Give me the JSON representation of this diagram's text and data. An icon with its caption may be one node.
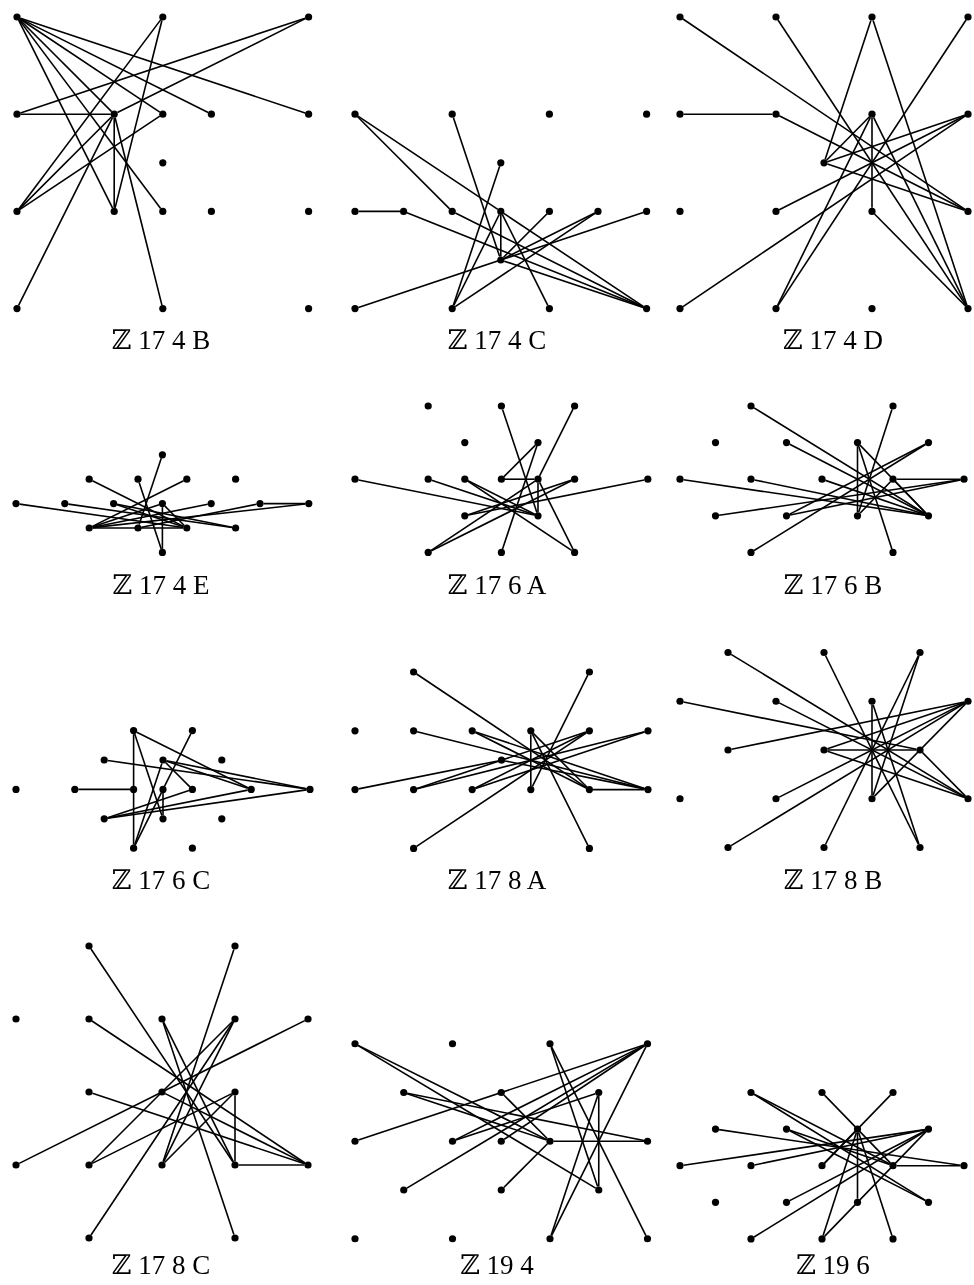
{
  "diagram": {
    "nodes": [
      {
        "text": [],
        "shape": "circle"
      },
      {
        "text": [],
        "shape": "circle"
      },
      {
        "text": [],
        "shape": "circle"
      },
      {
        "text": [],
        "shape": "circle"
      },
      {
        "text": [],
        "shape": "circle"
      },
      {
        "text": [],
        "shape": "circle"
      },
      {
        "text": [],
        "shape": "circle"
      },
      {
        "text": [],
        "shape": "circle"
      },
      {
        "text": [],
        "shape": "circle"
      },
      {
        "text": [],
        "shape": "circle"
      },
      {
        "text": [],
        "shape": "circle"
      },
      {
        "text": [],
        "shape": "circle"
      },
      {
        "text": [],
        "shape": "circle"
      },
      {
        "text": [],
        "shape": "circle"
      },
      {
        "text": [],
        "shape": "circle"
      },
      {
        "text": [],
        "shape": "circle"
      },
      {
        "text": [],
        "shape": "circle"
      },
      {
        "text": [],
        "shape": "circle"
      },
      {
        "text": [],
        "shape": "circle"
      },
      {
        "text": [],
        "shape": "circle"
      },
      {
        "text": [],
        "shape": "circle"
      },
      {
        "text": [],
        "shape": "circle"
      },
      {
        "text": [],
        "shape": "circle"
      },
      {
        "text": [],
        "shape": "circle"
      },
      {
        "text": [],
        "shape": "circle"
      },
      {
        "text": [],
        "shape": "circle"
      },
      {
        "text": [],
        "shape": "circle"
      },
      {
        "text": [],
        "shape": "circle"
      },
      {
        "text": [],
        "shape": "circle"
      },
      {
        "text": [],
        "shape": "circle"
      },
      {
        "text": [],
        "shape": "circle"
      },
      {
        "text": [],
        "shape": "circle"
      },
      {
        "text": [],
        "shape": "circle"
      },
      {
        "text": [],
        "shape": "circle"
      },
      {
        "text": [],
        "shape": "circle"
      },
      {
        "text": [],
        "shape": "circle"
      },
      {
        "text": [],
        "shape": "circle"
      },
      {
        "text": [],
        "shape": "circle"
      },
      {
        "text": [],
        "shape": "circle"
      },
      {
        "text": [],
        "shape": "circle"
      },
      {
        "text": [],
        "shape": "circle"
      },
      {
        "text": [],
        "shape": "circle"
      },
      {
        "text": [],
        "shape": "circle"
      },
      {
        "text": [],
        "shape": "circle"
      },
      {
        "text": [],
        "shape": "circle"
      },
      {
        "text": [],
        "shape": "circle"
      },
      {
        "text": [],
        "shape": "circle"
      },
      {
        "text": [],
        "shape": "circle"
      },
      {
        "text": [],
        "shape": "circle"
      },
      {
        "text": [],
        "shape": "circle"
      },
      {
        "text": [],
        "shape": "circle"
      },
      {
        "text": [],
        "shape": "circle"
      },
      {
        "text": [],
        "shape": "circle"
      },
      {
        "text": [],
        "shape": "circle"
      },
      {
        "text": [],
        "shape": "circle"
      },
      {
        "text": [],
        "shape": "circle"
      },
      {
        "text": [],
        "shape": "circle"
      },
      {
        "text": [],
        "shape": "circle"
      },
      {
        "text": [],
        "shape": "circle"
      },
      {
        "text": [],
        "shape": "circle"
      },
      {
        "text": [],
        "shape": "circle"
      },
      {
        "text": [],
        "shape": "circle"
      },
      {
        "text": [],
        "shape": "circle"
      },
      {
        "text": [],
        "shape": "circle"
      },
      {
        "text": [],
        "shape": "circle"
      },
      {
        "text": [],
        "shape": "circle"
      },
      {
        "text": [],
        "shape": "circle"
      },
      {
        "text": [],
        "shape": "circle"
      },
      {
        "text": [],
        "shape": "circle"
      },
      {
        "text": [],
        "shape": "circle"
      },
      {
        "text": [],
        "shape": "circle"
      },
      {
        "text": [],
        "shape": "circle"
      },
      {
        "text": [],
        "shape": "circle"
      },
      {
        "text": [],
        "shape": "circle"
      },
      {
        "text": [],
        "shape": "circle"
      },
      {
        "text": [],
        "shape": "circle"
      },
      {
        "text": [],
        "shape": "circle"
      },
      {
        "text": [],
        "shape": "circle"
      },
      {
        "text": [],
        "shape": "circle"
      },
      {
        "text": [],
        "shape": "circle"
      },
      {
        "text": [],
        "shape": "circle"
      },
      {
        "text": [],
        "shape": "circle"
      },
      {
        "text": [],
        "shape": "circle"
      },
      {
        "text": [],
        "shape": "circle"
      },
      {
        "text": [],
        "shape": "circle"
      },
      {
        "text": [],
        "shape": "circle"
      },
      {
        "text": [],
        "shape": "circle"
      },
      {
        "text": [],
        "shape": "circle"
      },
      {
        "text": [],
        "shape": "circle"
      },
      {
        "text": [],
        "shape": "circle"
      },
      {
        "text": [],
        "shape": "circle"
      },
      {
        "text": [],
        "shape": "circle"
      },
      {
        "text": [],
        "shape": "circle"
      },
      {
        "text": [],
        "shape": "circle"
      },
      {
        "text": [],
        "shape": "circle"
      },
      {
        "text": [],
        "shape": "circle"
      },
      {
        "text": [],
        "shape": "circle"
      },
      {
        "text": [],
        "shape": "circle"
      },
      {
        "text": [],
        "shape": "circle"
      },
      {
        "text": [],
        "shape": "circle"
      },
      {
        "text": [],
        "shape": "circle"
      },
      {
        "text": [],
        "shape": "circle"
      },
      {
        "text": [],
        "shape": "circle"
      },
      {
        "text": [],
        "shape": "circle"
      },
      {
        "text": [],
        "shape": "circle"
      },
      {
        "text": [],
        "shape": "circle"
      },
      {
        "text": [],
        "shape": "circle"
      },
      {
        "text": [],
        "shape": "circle"
      },
      {
        "text": [],
        "shape": "circle"
      },
      {
        "text": [],
        "shape": "circle"
      },
      {
        "text": [],
        "shape": "circle"
      },
      {
        "text": [],
        "shape": "circle"
      },
      {
        "text": [],
        "shape": "circle"
      },
      {
        "text": [],
        "shape": "circle"
      },
      {
        "text": [],
        "shape": "circle"
      },
      {
        "text": [],
        "shape": "circle"
      },
      {
        "text": [],
        "shape": "circle"
      },
      {
        "text": [],
        "shape": "circle"
      },
      {
        "text": [],
        "shape": "circle"
      },
      {
        "text": [],
        "shape": "circle"
      },
      {
        "text": [],
        "shape": "circle"
      },
      {
        "text": [],
        "shape": "circle"
      },
      {
        "text": [],
        "shape": "circle"
      },
      {
        "text": [],
        "shape": "circle"
      },
      {
        "text": [],
        "shape": "circle"
      },
      {
        "text": [],
        "shape": "circle"
      },
      {
        "text": [],
        "shape": "circle"
      },
      {
        "text": [],
        "shape": "circle"
      },
      {
        "text": [],
        "shape": "circle"
      },
      {
        "text": [],
        "shape": "circle"
      },
      {
        "text": [],
        "shape": "circle"
      },
      {
        "text": [],
        "shape": "circle"
      },
      {
        "text": [],
        "shape": "circle"
      },
      {
        "text": [],
        "shape": "circle"
      },
      {
        "text": [],
        "shape": "circle"
      },
      {
        "text": [],
        "shape": "circle"
      },
      {
        "text": [],
        "shape": "circle"
      },
      {
        "text": [],
        "shape": "circle"
      },
      {
        "text": [],
        "shape": "circle"
      },
      {
        "text": [],
        "shape": "circle"
      },
      {
        "text": [],
        "shape": "circle"
      },
      {
        "text": [],
        "shape": "circle"
      },
      {
        "text": [],
        "shape": "circle"
      },
      {
        "text": [],
        "shape": "circle"
      },
      {
        "text": [],
        "shape": "circle"
      },
      {
        "text": [],
        "shape": "circle"
      },
      {
        "text": [],
        "shape": "circle"
      },
      {
        "text": [],
        "shape": "circle"
      },
      {
        "text": [],
        "shape": "circle"
      },
      {
        "text": [],
        "shape": "circle"
      },
      {
        "text": [],
        "shape": "circle"
      },
      {
        "text": [],
        "shape": "circle"
      },
      {
        "text": [],
        "shape": "circle"
      },
      {
        "text": [],
        "shape": "circle"
      },
      {
        "text": [],
        "shape": "circle"
      },
      {
        "text": [],
        "shape": "circle"
      },
      {
        "text": [],
        "shape": "circle"
      },
      {
        "text": [],
        "shape": "circle"
      },
      {
        "text": [],
        "shape": "circle"
      },
      {
        "text": [],
        "shape": "circle"
      },
      {
        "text": [],
        "shape": "circle"
      },
      {
        "text": [],
        "shape": "circle"
      },
      {
        "text": [],
        "shape": "circle"
      },
      {
        "text": [],
        "shape": "circle"
      },
      {
        "text": [],
        "shape": "circle"
      },
      {
        "text": [],
        "shape": "circle"
      },
      {
        "text": [],
        "shape": "circle"
      },
      {
        "text": [],
        "shape": "circle"
      },
      {
        "text": [],
        "shape": "circle"
      },
      {
        "text": [],
        "shape": "circle"
      },
      {
        "text": [],
        "shape": "circle"
      },
      {
        "text": [],
        "shape": "circle"
      },
      {
        "text": [],
        "shape": "circle"
      },
      {
        "text": [],
        "shape": "circle"
      },
      {
        "text": [],
        "shape": "circle"
      },
      {
        "text": [],
        "shape": "circle"
      },
      {
        "text": [],
        "shape": "circle"
      },
      {
        "text": [],
        "shape": "circle"
      },
      {
        "text": [],
        "shape": "circle"
      },
      {
        "text": [],
        "shape": "circle"
      },
      {
        "text": [],
        "shape": "circle"
      },
      {
        "text": [],
        "shape": "circle"
      },
      {
        "text": [],
        "shape": "circle"
      },
      {
        "text": [],
        "shape": "circle"
      },
      {
        "text": [],
        "shape": "circle"
      },
      {
        "text": [],
        "shape": "circle"
      },
      {
        "text": [],
        "shape": "circle"
      },
      {
        "text": [],
        "shape": "circle"
      },
      {
        "text": [],
        "shape": "circle"
      },
      {
        "text": [],
        "shape": "circle"
      },
      {
        "text": [],
        "shape": "circle"
      },
      {
        "text": [],
        "shape": "circle"
      },
      {
        "text": [],
        "shape": "circle"
      },
      {
        "text": [],
        "shape": "circle"
      },
      {
        "text": [],
        "shape": "circle"
      },
      {
        "text": [],
        "shape": "circle"
      },
      {
        "text": [],
        "shape": "circle"
      },
      {
        "text": [],
        "shape": "circle"
      },
      {
        "text": [],
        "shape": "circle"
      },
      {
        "text": [],
        "shape": "circle"
      },
      {
        "text": [],
        "shape": "circle"
      },
      {
        "text": [],
        "shape": "circle"
      },
      {
        "text": [],
        "shape": "circle"
      },
      {
        "text": [],
        "shape": "circle"
      },
      {
        "text": [],
        "shape": "circle"
      },
      {
        "text": [],
        "shape": "circle"
      },
      {
        "text": [],
        "shape": "circle"
      },
      {
        "text": [],
        "shape": "circle"
      }
    ],
    "edges": [
      {
        "from": 0,
        "to": 7,
        "arrow": "none"
      },
      {
        "from": 0,
        "to": 6,
        "arrow": "none"
      },
      {
        "from": 0,
        "to": 5,
        "arrow": "none"
      },
      {
        "from": 0,
        "to": 10,
        "arrow": "none"
      },
      {
        "from": 0,
        "to": 11,
        "arrow": "none"
      },
      {
        "from": 0,
        "to": 4,
        "arrow": "none"
      },
      {
        "from": 1,
        "to": 9,
        "arrow": "none"
      },
      {
        "from": 1,
        "to": 10,
        "arrow": "none"
      },
      {
        "from": 2,
        "to": 3,
        "arrow": "none"
      },
      {
        "from": 2,
        "to": 4,
        "arrow": "none"
      },
      {
        "from": 3,
        "to": 4,
        "arrow": "none"
      },
      {
        "from": 4,
        "to": 9,
        "arrow": "none"
      },
      {
        "from": 4,
        "to": 10,
        "arrow": "none"
      },
      {
        "from": 4,
        "to": 14,
        "arrow": "none"
      },
      {
        "from": 5,
        "to": 9,
        "arrow": "none"
      },
      {
        "from": 4,
        "to": 15,
        "arrow": "none"
      },
      {
        "from": 17,
        "to": 24,
        "arrow": "none"
      },
      {
        "from": 17,
        "to": 25,
        "arrow": "none"
      },
      {
        "from": 18,
        "to": 29,
        "arrow": "none"
      },
      {
        "from": 22,
        "to": 23,
        "arrow": "none"
      },
      {
        "from": 23,
        "to": 33,
        "arrow": "none"
      },
      {
        "from": 24,
        "to": 33,
        "arrow": "none"
      },
      {
        "from": 21,
        "to": 31,
        "arrow": "none"
      },
      {
        "from": 25,
        "to": 29,
        "arrow": "none"
      },
      {
        "from": 25,
        "to": 31,
        "arrow": "none"
      },
      {
        "from": 25,
        "to": 32,
        "arrow": "none"
      },
      {
        "from": 26,
        "to": 29,
        "arrow": "none"
      },
      {
        "from": 27,
        "to": 29,
        "arrow": "none"
      },
      {
        "from": 27,
        "to": 31,
        "arrow": "none"
      },
      {
        "from": 28,
        "to": 30,
        "arrow": "none"
      },
      {
        "from": 29,
        "to": 33,
        "arrow": "none"
      },
      {
        "from": 25,
        "to": 33,
        "arrow": "none"
      },
      {
        "from": 34,
        "to": 46,
        "arrow": "none"
      },
      {
        "from": 35,
        "to": 50,
        "arrow": "none"
      },
      {
        "from": 36,
        "to": 42,
        "arrow": "none"
      },
      {
        "from": 36,
        "to": 50,
        "arrow": "none"
      },
      {
        "from": 37,
        "to": 48,
        "arrow": "none"
      },
      {
        "from": 38,
        "to": 39,
        "arrow": "none"
      },
      {
        "from": 39,
        "to": 46,
        "arrow": "none"
      },
      {
        "from": 40,
        "to": 42,
        "arrow": "none"
      },
      {
        "from": 40,
        "to": 48,
        "arrow": "none"
      },
      {
        "from": 40,
        "to": 50,
        "arrow": "none"
      },
      {
        "from": 40,
        "to": 45,
        "arrow": "none"
      },
      {
        "from": 42,
        "to": 41,
        "arrow": "none"
      },
      {
        "from": 42,
        "to": 46,
        "arrow": "none"
      },
      {
        "from": 44,
        "to": 41,
        "arrow": "none"
      },
      {
        "from": 47,
        "to": 41,
        "arrow": "none"
      },
      {
        "from": 45,
        "to": 50,
        "arrow": "none"
      },
      {
        "from": 56,
        "to": 65,
        "arrow": "none"
      },
      {
        "from": 57,
        "to": 66,
        "arrow": "none"
      },
      {
        "from": 58,
        "to": 66,
        "arrow": "none"
      },
      {
        "from": 52,
        "to": 65,
        "arrow": "none"
      },
      {
        "from": 53,
        "to": 67,
        "arrow": "none"
      },
      {
        "from": 51,
        "to": 64,
        "arrow": "none"
      },
      {
        "from": 54,
        "to": 63,
        "arrow": "none"
      },
      {
        "from": 59,
        "to": 67,
        "arrow": "none"
      },
      {
        "from": 59,
        "to": 63,
        "arrow": "none"
      },
      {
        "from": 59,
        "to": 65,
        "arrow": "none"
      },
      {
        "from": 60,
        "to": 63,
        "arrow": "none"
      },
      {
        "from": 61,
        "to": 62,
        "arrow": "none"
      },
      {
        "from": 62,
        "to": 63,
        "arrow": "none"
      },
      {
        "from": 61,
        "to": 64,
        "arrow": "none"
      },
      {
        "from": 58,
        "to": 65,
        "arrow": "none"
      },
      {
        "from": 63,
        "to": 65,
        "arrow": "none"
      },
      {
        "from": 69,
        "to": 81,
        "arrow": "none"
      },
      {
        "from": 70,
        "to": 77,
        "arrow": "none"
      },
      {
        "from": 72,
        "to": 76,
        "arrow": "none"
      },
      {
        "from": 73,
        "to": 81,
        "arrow": "none"
      },
      {
        "from": 74,
        "to": 81,
        "arrow": "none"
      },
      {
        "from": 75,
        "to": 84,
        "arrow": "none"
      },
      {
        "from": 75,
        "to": 81,
        "arrow": "none"
      },
      {
        "from": 76,
        "to": 77,
        "arrow": "none"
      },
      {
        "from": 77,
        "to": 81,
        "arrow": "none"
      },
      {
        "from": 77,
        "to": 84,
        "arrow": "none"
      },
      {
        "from": 79,
        "to": 80,
        "arrow": "none"
      },
      {
        "from": 78,
        "to": 80,
        "arrow": "none"
      },
      {
        "from": 78,
        "to": 82,
        "arrow": "none"
      },
      {
        "from": 77,
        "to": 82,
        "arrow": "none"
      },
      {
        "from": 83,
        "to": 72,
        "arrow": "none"
      },
      {
        "from": 85,
        "to": 99,
        "arrow": "none"
      },
      {
        "from": 86,
        "to": 98,
        "arrow": "none"
      },
      {
        "from": 88,
        "to": 99,
        "arrow": "none"
      },
      {
        "from": 89,
        "to": 98,
        "arrow": "none"
      },
      {
        "from": 89,
        "to": 99,
        "arrow": "none"
      },
      {
        "from": 90,
        "to": 97,
        "arrow": "none"
      },
      {
        "from": 90,
        "to": 100,
        "arrow": "none"
      },
      {
        "from": 91,
        "to": 99,
        "arrow": "none"
      },
      {
        "from": 92,
        "to": 99,
        "arrow": "none"
      },
      {
        "from": 93,
        "to": 99,
        "arrow": "none"
      },
      {
        "from": 94,
        "to": 95,
        "arrow": "none"
      },
      {
        "from": 94,
        "to": 99,
        "arrow": "none"
      },
      {
        "from": 95,
        "to": 97,
        "arrow": "none"
      },
      {
        "from": 96,
        "to": 95,
        "arrow": "none"
      },
      {
        "from": 89,
        "to": 101,
        "arrow": "none"
      },
      {
        "from": 94,
        "to": 98,
        "arrow": "none"
      },
      {
        "from": 102,
        "to": 112,
        "arrow": "none"
      },
      {
        "from": 102,
        "to": 115,
        "arrow": "none"
      },
      {
        "from": 102,
        "to": 117,
        "arrow": "none"
      },
      {
        "from": 103,
        "to": 110,
        "arrow": "none"
      },
      {
        "from": 104,
        "to": 113,
        "arrow": "none"
      },
      {
        "from": 105,
        "to": 111,
        "arrow": "none"
      },
      {
        "from": 105,
        "to": 112,
        "arrow": "none"
      },
      {
        "from": 105,
        "to": 113,
        "arrow": "none"
      },
      {
        "from": 108,
        "to": 109,
        "arrow": "none"
      },
      {
        "from": 110,
        "to": 115,
        "arrow": "none"
      },
      {
        "from": 110,
        "to": 117,
        "arrow": "none"
      },
      {
        "from": 111,
        "to": 114,
        "arrow": "none"
      },
      {
        "from": 112,
        "to": 114,
        "arrow": "none"
      },
      {
        "from": 113,
        "to": 114,
        "arrow": "none"
      },
      {
        "from": 105,
        "to": 117,
        "arrow": "none"
      },
      {
        "from": 119,
        "to": 132,
        "arrow": "none"
      },
      {
        "from": 120,
        "to": 131,
        "arrow": "none"
      },
      {
        "from": 122,
        "to": 133,
        "arrow": "none"
      },
      {
        "from": 123,
        "to": 133,
        "arrow": "none"
      },
      {
        "from": 123,
        "to": 132,
        "arrow": "none"
      },
      {
        "from": 124,
        "to": 131,
        "arrow": "none"
      },
      {
        "from": 124,
        "to": 135,
        "arrow": "none"
      },
      {
        "from": 125,
        "to": 130,
        "arrow": "none"
      },
      {
        "from": 125,
        "to": 129,
        "arrow": "none"
      },
      {
        "from": 126,
        "to": 129,
        "arrow": "none"
      },
      {
        "from": 126,
        "to": 130,
        "arrow": "none"
      },
      {
        "from": 127,
        "to": 128,
        "arrow": "none"
      },
      {
        "from": 127,
        "to": 133,
        "arrow": "none"
      },
      {
        "from": 132,
        "to": 133,
        "arrow": "none"
      },
      {
        "from": 134,
        "to": 125,
        "arrow": "none"
      },
      {
        "from": 124,
        "to": 132,
        "arrow": "none"
      },
      {
        "from": 136,
        "to": 149,
        "arrow": "none"
      },
      {
        "from": 137,
        "to": 152,
        "arrow": "none"
      },
      {
        "from": 138,
        "to": 148,
        "arrow": "none"
      },
      {
        "from": 139,
        "to": 145,
        "arrow": "none"
      },
      {
        "from": 140,
        "to": 149,
        "arrow": "none"
      },
      {
        "from": 141,
        "to": 148,
        "arrow": "none"
      },
      {
        "from": 141,
        "to": 152,
        "arrow": "none"
      },
      {
        "from": 142,
        "to": 143,
        "arrow": "none"
      },
      {
        "from": 142,
        "to": 144,
        "arrow": "none"
      },
      {
        "from": 142,
        "to": 147,
        "arrow": "none"
      },
      {
        "from": 144,
        "to": 145,
        "arrow": "none"
      },
      {
        "from": 144,
        "to": 149,
        "arrow": "none"
      },
      {
        "from": 145,
        "to": 149,
        "arrow": "none"
      },
      {
        "from": 148,
        "to": 142,
        "arrow": "none"
      },
      {
        "from": 150,
        "to": 142,
        "arrow": "none"
      },
      {
        "from": 151,
        "to": 138,
        "arrow": "none"
      },
      {
        "from": 153,
        "to": 166,
        "arrow": "none"
      },
      {
        "from": 154,
        "to": 165,
        "arrow": "none"
      },
      {
        "from": 156,
        "to": 167,
        "arrow": "none"
      },
      {
        "from": 157,
        "to": 166,
        "arrow": "none"
      },
      {
        "from": 157,
        "to": 169,
        "arrow": "none"
      },
      {
        "from": 158,
        "to": 164,
        "arrow": "none"
      },
      {
        "from": 158,
        "to": 165,
        "arrow": "none"
      },
      {
        "from": 159,
        "to": 163,
        "arrow": "none"
      },
      {
        "from": 160,
        "to": 167,
        "arrow": "none"
      },
      {
        "from": 161,
        "to": 167,
        "arrow": "none"
      },
      {
        "from": 162,
        "to": 164,
        "arrow": "none"
      },
      {
        "from": 162,
        "to": 165,
        "arrow": "none"
      },
      {
        "from": 162,
        "to": 166,
        "arrow": "none"
      },
      {
        "from": 166,
        "to": 167,
        "arrow": "none"
      },
      {
        "from": 168,
        "to": 158,
        "arrow": "none"
      },
      {
        "from": 170,
        "to": 180,
        "arrow": "none"
      },
      {
        "from": 170,
        "to": 184,
        "arrow": "none"
      },
      {
        "from": 172,
        "to": 184,
        "arrow": "none"
      },
      {
        "from": 172,
        "to": 188,
        "arrow": "none"
      },
      {
        "from": 173,
        "to": 177,
        "arrow": "none"
      },
      {
        "from": 173,
        "to": 178,
        "arrow": "none"
      },
      {
        "from": 173,
        "to": 179,
        "arrow": "none"
      },
      {
        "from": 173,
        "to": 182,
        "arrow": "none"
      },
      {
        "from": 173,
        "to": 187,
        "arrow": "none"
      },
      {
        "from": 174,
        "to": 181,
        "arrow": "none"
      },
      {
        "from": 174,
        "to": 180,
        "arrow": "none"
      },
      {
        "from": 175,
        "to": 180,
        "arrow": "none"
      },
      {
        "from": 176,
        "to": 178,
        "arrow": "none"
      },
      {
        "from": 176,
        "to": 184,
        "arrow": "none"
      },
      {
        "from": 176,
        "to": 187,
        "arrow": "none"
      },
      {
        "from": 180,
        "to": 181,
        "arrow": "none"
      },
      {
        "from": 183,
        "to": 180,
        "arrow": "none"
      },
      {
        "from": 189,
        "to": 199,
        "arrow": "none"
      },
      {
        "from": 189,
        "to": 204,
        "arrow": "none"
      },
      {
        "from": 192,
        "to": 200,
        "arrow": "none"
      },
      {
        "from": 193,
        "to": 204,
        "arrow": "none"
      },
      {
        "from": 196,
        "to": 195,
        "arrow": "none"
      },
      {
        "from": 197,
        "to": 195,
        "arrow": "none"
      },
      {
        "from": 198,
        "to": 194,
        "arrow": "none"
      },
      {
        "from": 199,
        "to": 200,
        "arrow": "none"
      },
      {
        "from": 194,
        "to": 207,
        "arrow": "none"
      },
      {
        "from": 194,
        "to": 206,
        "arrow": "none"
      },
      {
        "from": 194,
        "to": 203,
        "arrow": "none"
      },
      {
        "from": 202,
        "to": 195,
        "arrow": "none"
      },
      {
        "from": 205,
        "to": 195,
        "arrow": "none"
      },
      {
        "from": 206,
        "to": 195,
        "arrow": "none"
      },
      {
        "from": 191,
        "to": 198,
        "arrow": "none"
      },
      {
        "from": 190,
        "to": 199,
        "arrow": "none"
      },
      {
        "from": 193,
        "to": 199,
        "arrow": "none"
      }
    ],
    "labels": [
      "ℤ 17 4 B",
      "ℤ 17 4 C",
      "ℤ 17 4 D",
      "ℤ 17 4 E",
      "ℤ 17 6 A",
      "ℤ 17 6 B",
      "ℤ 17 6 C",
      "ℤ 17 8 A",
      "ℤ 17 8 B",
      "ℤ 17 8 C",
      "ℤ 19 4",
      "ℤ 19 6"
    ]
  }
}
